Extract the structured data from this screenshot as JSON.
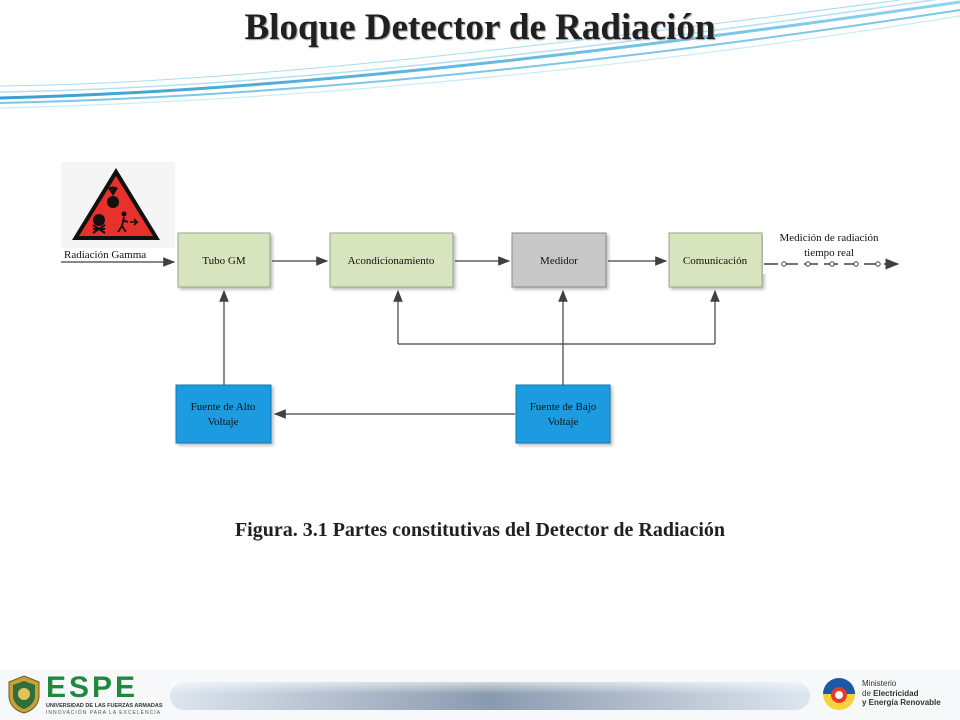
{
  "title": "Bloque Detector de Radiación",
  "caption": "Figura. 3.1 Partes constitutivas del Detector de Radiación",
  "diagram": {
    "input_label": "Radiación Gamma",
    "output_label_line1": "Medición de radiación",
    "output_label_line2": "tiempo real",
    "blocks": {
      "tubo": "Tubo GM",
      "acond": "Acondicionamiento",
      "medidor": "Medidor",
      "comunicacion": "Comunicación",
      "fuente_alto_1": "Fuente de Alto",
      "fuente_alto_2": "Voltaje",
      "fuente_bajo_1": "Fuente de Bajo",
      "fuente_bajo_2": "Voltaje"
    },
    "colors": {
      "green_block": "#d7e4bd",
      "gray_block": "#c8c8c8",
      "blue_block": "#1c9be0",
      "arrow": "#404040",
      "hazard": "#e8312a"
    }
  },
  "footer": {
    "espe_logo": "ESPE",
    "espe_sub1": "UNIVERSIDAD DE LAS FUERZAS ARMADAS",
    "espe_sub2": "INNOVACIÓN PARA LA EXCELENCIA",
    "ministry_1": "Ministerio",
    "ministry_2": "de",
    "ministry_2b": "Electricidad",
    "ministry_3": "y Energía Renovable"
  }
}
